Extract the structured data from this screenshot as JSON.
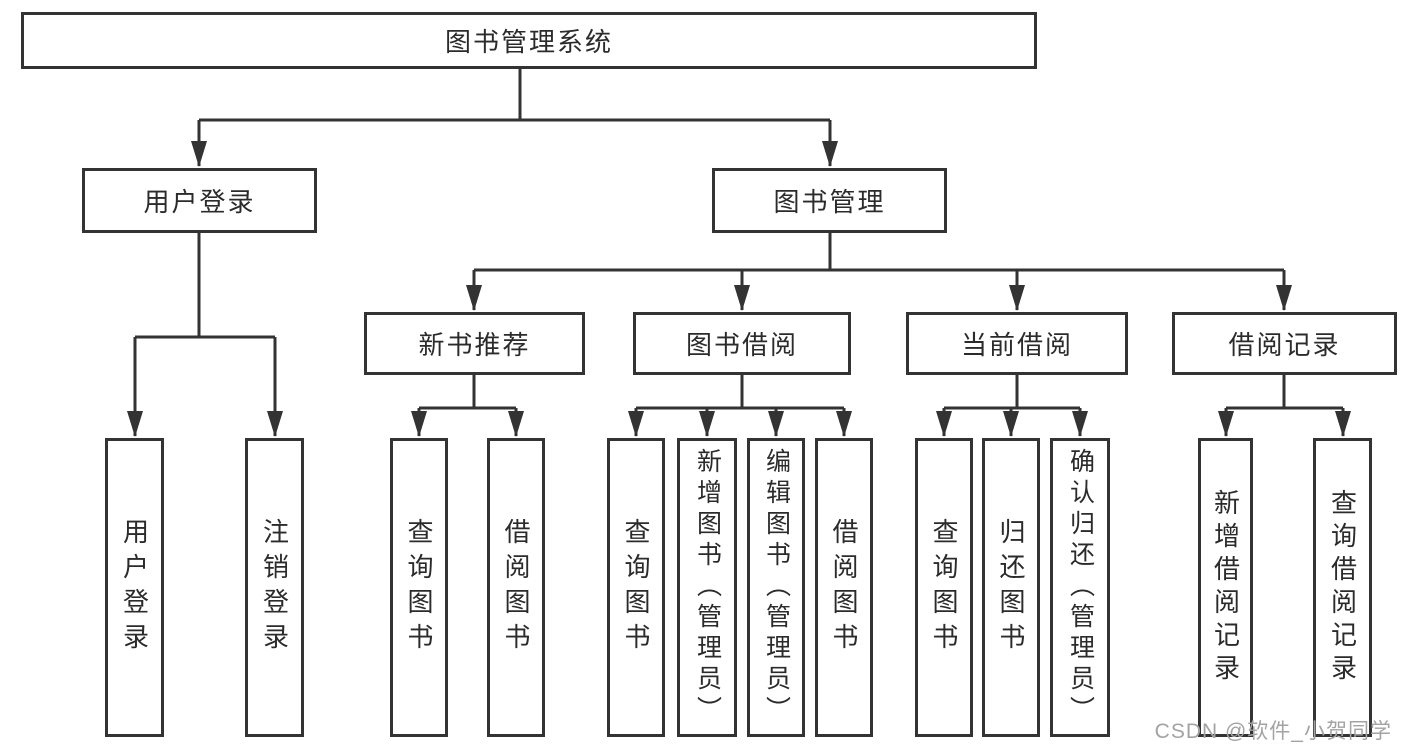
{
  "tree": {
    "root": {
      "label": "图书管理系统",
      "children": [
        {
          "label": "用户登录",
          "children": [
            {
              "label": "用户登录"
            },
            {
              "label": "注销登录"
            }
          ]
        },
        {
          "label": "图书管理",
          "children": [
            {
              "label": "新书推荐",
              "children": [
                {
                  "label": "查询图书"
                },
                {
                  "label": "借阅图书"
                }
              ]
            },
            {
              "label": "图书借阅",
              "children": [
                {
                  "label": "查询图书"
                },
                {
                  "label": "新增图书（管理员）"
                },
                {
                  "label": "编辑图书（管理员）"
                },
                {
                  "label": "借阅图书"
                }
              ]
            },
            {
              "label": "当前借阅",
              "children": [
                {
                  "label": "查询图书"
                },
                {
                  "label": "归还图书"
                },
                {
                  "label": "确认归还（管理员）"
                }
              ]
            },
            {
              "label": "借阅记录",
              "children": [
                {
                  "label": "新增借阅记录"
                },
                {
                  "label": "查询借阅记录"
                }
              ]
            }
          ]
        }
      ]
    }
  },
  "watermark": {
    "text": "CSDN @软件_小贺同学"
  },
  "colors": {
    "line": "#333333",
    "box_border": "#333333",
    "text": "#2b2b2b",
    "watermark": "#a3a3a3",
    "background": "#ffffff"
  }
}
